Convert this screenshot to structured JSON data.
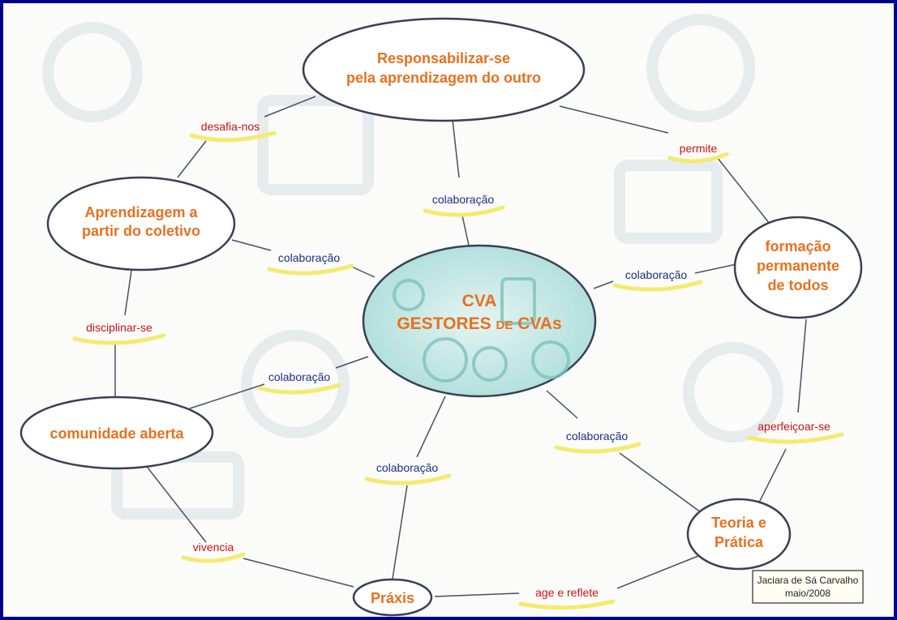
{
  "nodes": {
    "center": {
      "line1": "CVA",
      "line2": "GESTORES",
      "line2_small": "DE",
      "line2_end": "CVAs"
    },
    "responsabilizar": {
      "line1": "Responsabilizar-se",
      "line2": "pela aprendizagem do outro"
    },
    "aprendizagem": {
      "line1": "Aprendizagem a",
      "line2": "partir do coletivo"
    },
    "formacao": {
      "line1": "formação",
      "line2": "permanente",
      "line3": "de todos"
    },
    "comunidade": {
      "line1": "comunidade aberta"
    },
    "teoria": {
      "line1": "Teoria e",
      "line2": "Prática"
    },
    "praxis": {
      "line1": "Práxis"
    }
  },
  "links": {
    "desafia": "desafia-nos",
    "permite": "permite",
    "colab_top": "colaboração",
    "colab_left": "colaboração",
    "colab_right": "colaboração",
    "disciplinar": "disciplinar-se",
    "colab_lowleft": "colaboração",
    "colab_lowright": "colaboração",
    "aperfeicoar": "aperfeiçoar-se",
    "colab_bottom": "colaboração",
    "vivencia": "vivencia",
    "age": "age e reflete"
  },
  "signature": {
    "name": "Jaciara de Sá Carvalho",
    "date": "maio/2008"
  },
  "colors": {
    "frame": "#00008b",
    "node_text": "#e8701e",
    "link_blue": "#1a2e8a",
    "link_red": "#c81414",
    "center_fill": "#9fd6d2"
  }
}
